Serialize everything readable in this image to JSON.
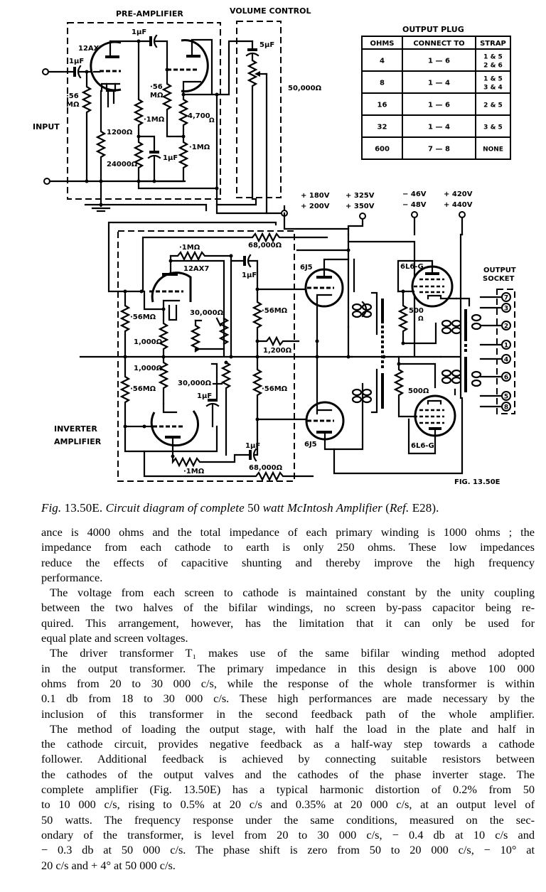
{
  "figure": {
    "labels": {
      "pre_amplifier": "PRE-AMPLIFIER",
      "volume_control": "VOLUME CONTROL",
      "input": "INPUT",
      "inverter_amplifier_1": "INVERTER",
      "inverter_amplifier_2": "AMPLIFIER",
      "output_socket_1": "OUTPUT",
      "output_socket_2": "SOCKET",
      "fig_id": "FIG. 13.50E"
    },
    "components": {
      "pre_tube": "12AX7",
      "pre_c_in": "1µF",
      "pre_c_couple": "1µF",
      "pre_r_grid": "·56",
      "pre_r_grid_unit": "MΩ",
      "pre_r_cath": "1200Ω",
      "pre_r_plate": "·1MΩ",
      "pre_r_dec": "24000Ω",
      "pre_c_dec": "1µF",
      "pre_r_grid2": "·56",
      "pre_r_grid2_unit": "MΩ",
      "pre_r_cath2": "4,700",
      "pre_r_cath2_unit": "Ω",
      "pre_r_load2": "·1MΩ",
      "vol_c": "5µF",
      "vol_pot": "50,000Ω",
      "inv_tube": "12AX7",
      "inv_r_fb_top": "·1MΩ",
      "inv_r_68k_top": "68,000Ω",
      "inv_c_top": "1µF",
      "inv_r_grid_top": "·56MΩ",
      "inv_r_cath_top": "1,000Ω",
      "inv_r_cath_bot": "1,000Ω",
      "inv_r_grid_bot": "·56MΩ",
      "inv_pot_top": "30,000Ω",
      "inv_pot_bot": "30,000Ω",
      "inv_c_mid": "1µF",
      "drv_r_top": "·56MΩ",
      "drv_r_mid": "1,200Ω",
      "drv_r_bot": "·56MΩ",
      "inv_c_bot": "1µF",
      "inv_r_fb_bot": "·1MΩ",
      "inv_r_68k_bot": "68,000Ω",
      "drv_tube_top": "6J5",
      "drv_tube_bot": "6J5",
      "out_tube_top": "6L6-G",
      "out_tube_bot": "6L6-G",
      "out_r_top": "500",
      "out_r_top_unit": "Ω",
      "out_r_bot": "500Ω"
    },
    "supply_rails": [
      {
        "line1": "+ 180V",
        "line2": "+ 200V"
      },
      {
        "line1": "+ 325V",
        "line2": "+ 350V"
      },
      {
        "line1": "− 46V",
        "line2": "− 48V"
      },
      {
        "line1": "+ 420V",
        "line2": "+ 440V"
      }
    ],
    "socket_pins": [
      "7",
      "3",
      "2",
      "1",
      "4",
      "6",
      "5",
      "8"
    ],
    "output_plug": {
      "title": "OUTPUT   PLUG",
      "headers": [
        "OHMS",
        "CONNECT TO",
        "STRAP"
      ],
      "rows": [
        {
          "ohms": "4",
          "connect": "1 — 6",
          "strap1": "1 & 5",
          "strap2": "2 & 6"
        },
        {
          "ohms": "8",
          "connect": "1 — 4",
          "strap1": "1 & 5",
          "strap2": "3 & 4"
        },
        {
          "ohms": "16",
          "connect": "1 — 6",
          "strap1": "2 & 5",
          "strap2": ""
        },
        {
          "ohms": "32",
          "connect": "1 — 4",
          "strap1": "3 & 5",
          "strap2": ""
        },
        {
          "ohms": "600",
          "connect": "7 — 8",
          "strap1": "NONE",
          "strap2": ""
        }
      ]
    }
  },
  "caption": {
    "prefix": "Fig.",
    "number": "13.50E.",
    "text": "Circuit diagram of complete",
    "num50": "50",
    "text2": "watt McIntosh Amplifier",
    "ref_open": "(",
    "ref_label": "Ref.",
    "ref_id": "E28",
    "ref_close": ")."
  },
  "body": {
    "lines": [
      "ance is 4000 ohms and the total impedance of each primary winding is 1000 ohms ;  the",
      "impedance from each cathode to earth is only 250 ohms.   These low impedances",
      "reduce the effects of capacitive shunting and thereby improve the high frequency",
      "performance.",
      "The voltage from each screen to cathode is maintained constant by the unity coupling",
      "between the two halves of the bifilar windings, no screen by-pass capacitor being re-",
      "quired.   This arrangement, however, has the limitation that it can only be used for",
      "equal plate and screen voltages.",
      "The driver transformer T₁ makes use of the same bifilar winding method adopted",
      "in the output transformer.   The primary impedance in this design is above 100 000",
      "ohms from 20 to 30 000 c/s, while the response of the whole transformer is within",
      "0.1 db from 18 to 30 000 c/s.   These high performances are made necessary by the",
      "inclusion of this transformer in the second feedback path of the whole amplifier.",
      "The method of loading the output stage, with half the load in the plate and half in",
      "the cathode circuit, provides negative feedback as a half-way step towards a cathode",
      "follower.   Additional feedback is achieved by connecting suitable resistors between",
      "the cathodes of the output valves and the cathodes of the phase inverter stage.   The",
      "complete amplifier (Fig. 13.50E) has a typical harmonic distortion of 0.2% from 50",
      "to 10 000 c/s, rising to 0.5% at 20 c/s and 0.35% at 20 000 c/s, at an output level of",
      "50 watts.   The frequency response under the same conditions, measured on the sec-",
      "ondary of the transformer, is level from 20 to 30 000 c/s,  − 0.4 db at 10 c/s and",
      "− 0.3 db at 50 000 c/s.   The phase shift is zero from 50 to 20 000 c/s,  − 10° at",
      "20 c/s and  + 4° at 50 000 c/s."
    ]
  }
}
